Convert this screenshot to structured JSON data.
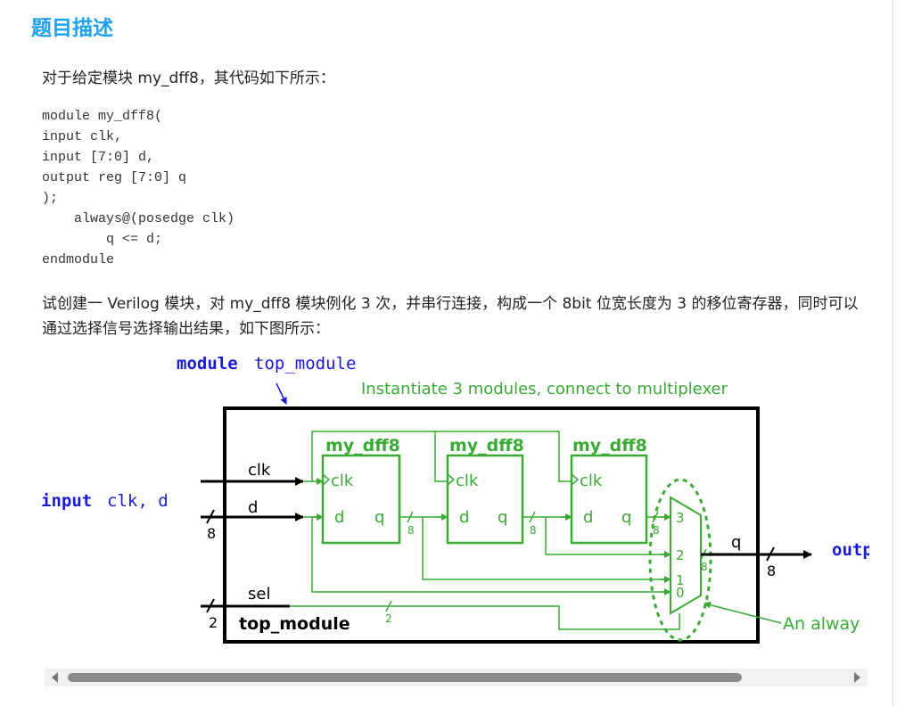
{
  "section": {
    "title": "题目描述",
    "intro": "对于给定模块 my_dff8，其代码如下所示：",
    "code_lines": [
      "module my_dff8(",
      "input clk,",
      "input [7:0] d,",
      "output reg [7:0] q",
      ");",
      "    always@(posedge clk)",
      "        q <= d;",
      "endmodule"
    ],
    "task": "试创建一 Verilog 模块，对 my_dff8 模块例化 3 次，并串行连接，构成一个 8bit 位宽长度为 3 的移位寄存器，同时可以通过选择信号选择输出结果，如下图所示："
  },
  "diagram": {
    "module_keyword": "module",
    "module_name": "top_module",
    "instantiate_note": "Instantiate 3 modules, connect to multiplexer",
    "input_keyword": "input",
    "input_names": "clk, d",
    "output_partial": "outp",
    "always_note_partial": "An alway",
    "box_label": "top_module",
    "dff_title": "my_dff8",
    "port_clk": "clk",
    "port_d": "d",
    "port_q": "q",
    "signal_clk": "clk",
    "signal_d": "d",
    "signal_sel": "sel",
    "signal_q": "q",
    "width_d": "8",
    "width_sel": "2",
    "width_q": "8",
    "bus_8": "8",
    "bus_2": "2",
    "mux_in_3": "3",
    "mux_in_2": "2",
    "mux_in_1": "1",
    "mux_in_0": "0",
    "colors": {
      "green": "#3aaa35",
      "blue": "#1a1ad6",
      "black": "#000000"
    }
  },
  "scrollbar": {
    "left_icon": "arrow-left-icon",
    "right_icon": "arrow-right-icon"
  }
}
